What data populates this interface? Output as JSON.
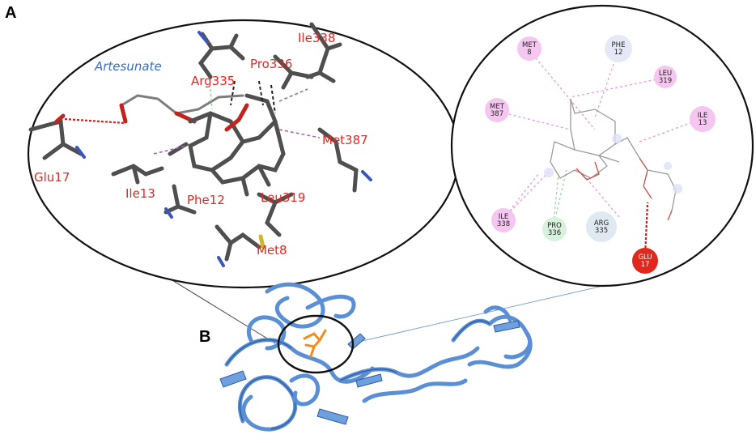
{
  "panels": {
    "a": "A",
    "b": "B"
  },
  "ligand_label": "Artesunate",
  "residues_3d": [
    {
      "id": "ile338",
      "label": "Ile338"
    },
    {
      "id": "pro336",
      "label": "Pro336"
    },
    {
      "id": "arg335",
      "label": "Arg335"
    },
    {
      "id": "met387",
      "label": "Met387"
    },
    {
      "id": "glu17",
      "label": "Glu17"
    },
    {
      "id": "ile13",
      "label": "Ile13"
    },
    {
      "id": "phe12",
      "label": "Phe12"
    },
    {
      "id": "leu319",
      "label": "Leu319"
    },
    {
      "id": "met8",
      "label": "Met8"
    }
  ],
  "residues_2d": [
    {
      "id": "met8",
      "name": "MET",
      "num": "8",
      "color": "#f5c6ef",
      "dark": false
    },
    {
      "id": "phe12",
      "name": "PHE",
      "num": "12",
      "color": "#e6e8f7",
      "dark": false
    },
    {
      "id": "leu319",
      "name": "LEU",
      "num": "319",
      "color": "#f5c6ef",
      "dark": false
    },
    {
      "id": "met387",
      "name": "MET",
      "num": "387",
      "color": "#f5c6ef",
      "dark": false
    },
    {
      "id": "ile13",
      "name": "ILE",
      "num": "13",
      "color": "#f5c6ef",
      "dark": false
    },
    {
      "id": "ile338",
      "name": "ILE",
      "num": "338",
      "color": "#f5c6ef",
      "dark": false
    },
    {
      "id": "pro336",
      "name": "PRO",
      "num": "336",
      "color": "#d8f1dc",
      "dark": false
    },
    {
      "id": "arg335",
      "name": "ARG",
      "num": "335",
      "color": "#dfe9f2",
      "dark": false
    },
    {
      "id": "glu17",
      "name": "GLU",
      "num": "17",
      "color": "#e0281c",
      "dark": true
    }
  ],
  "colors": {
    "residue_label": "#e8251f",
    "ligand_label": "#3a6bc4",
    "protein_ribbon": "#6ea0e0",
    "ligand_highlight": "#f28c1c"
  }
}
